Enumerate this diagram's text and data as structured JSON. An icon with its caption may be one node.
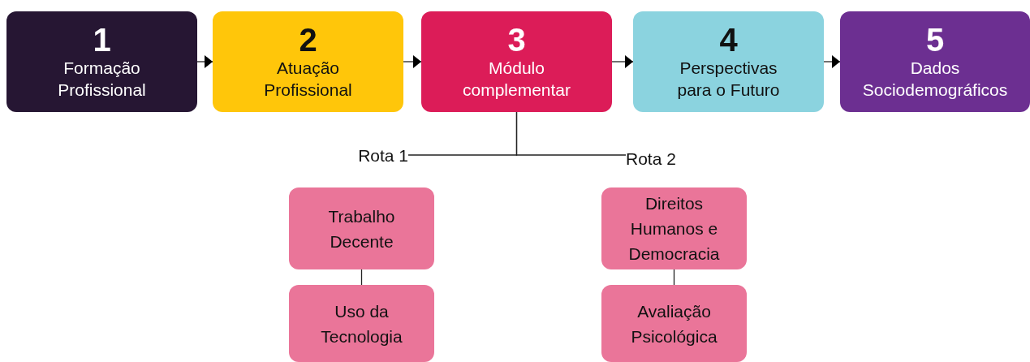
{
  "diagram": {
    "nodes": [
      {
        "text": [
          "1",
          "Formação Profissional"
        ]
      },
      {
        "text": [
          "2",
          "Atuação Profissional"
        ]
      },
      {
        "text": [
          "3",
          "Módulo complementar"
        ]
      },
      {
        "text": [
          "4",
          "Perspectivas para o Futuro"
        ]
      },
      {
        "text": [
          "5",
          "Dados Sociodemográficos"
        ]
      },
      {
        "text": [
          "Rota 1"
        ]
      },
      {
        "text": [
          "Rota 2"
        ]
      },
      {
        "text": [
          "Trabalho Decente"
        ]
      },
      {
        "text": [
          "Uso da Tecnologia"
        ]
      },
      {
        "text": [
          "Direitos Humanos e Democracia"
        ]
      },
      {
        "text": [
          "Avaliação Psicológica"
        ]
      }
    ],
    "edges": [
      {
        "from": 0,
        "to": 1,
        "arrow": "to"
      },
      {
        "from": 1,
        "to": 2,
        "arrow": "to"
      },
      {
        "from": 2,
        "to": 3,
        "arrow": "to"
      },
      {
        "from": 3,
        "to": 4,
        "arrow": "to"
      },
      {
        "from": 2,
        "to": 5,
        "arrow": "none"
      },
      {
        "from": 2,
        "to": 6,
        "arrow": "none"
      },
      {
        "from": 7,
        "to": 8,
        "arrow": "none"
      },
      {
        "from": 9,
        "to": 10,
        "arrow": "none"
      }
    ]
  }
}
